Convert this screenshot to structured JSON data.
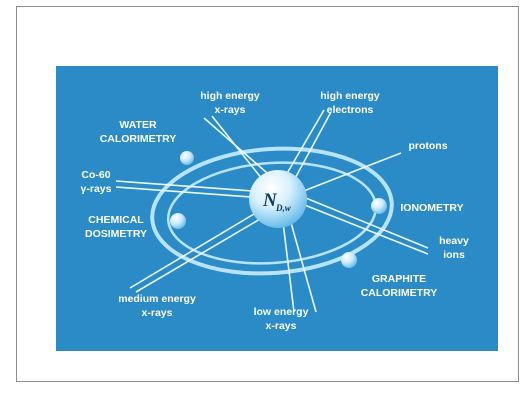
{
  "colors": {
    "panel_bg": "#2a8bc6",
    "orbit": "#b7e4fb",
    "beam": "#e9f7ff",
    "label": "#ffffff",
    "nucleus_text": "#0b3a63"
  },
  "nucleus": {
    "main": "N",
    "subscript": "D,w"
  },
  "labels": {
    "high_energy_xrays": [
      "high energy",
      "x-rays"
    ],
    "high_energy_electrons": [
      "high energy",
      "electrons"
    ],
    "water_calorimetry": [
      "WATER",
      "CALORIMETRY"
    ],
    "protons": [
      "protons"
    ],
    "co60": [
      "Co-60",
      "γ-rays"
    ],
    "ionometry": [
      "IONOMETRY"
    ],
    "chemical_dosimetry": [
      "CHEMICAL",
      "DOSIMETRY"
    ],
    "heavy_ions": [
      "heavy",
      "ions"
    ],
    "graphite_calorimetry": [
      "GRAPHITE",
      "CALORIMETRY"
    ],
    "medium_energy_xrays": [
      "medium energy",
      "x-rays"
    ],
    "low_energy_xrays": [
      "low energy",
      "x-rays"
    ]
  },
  "icons": {
    "nucleus": "nucleus-sphere-icon",
    "electron": "electron-sphere-icon"
  }
}
